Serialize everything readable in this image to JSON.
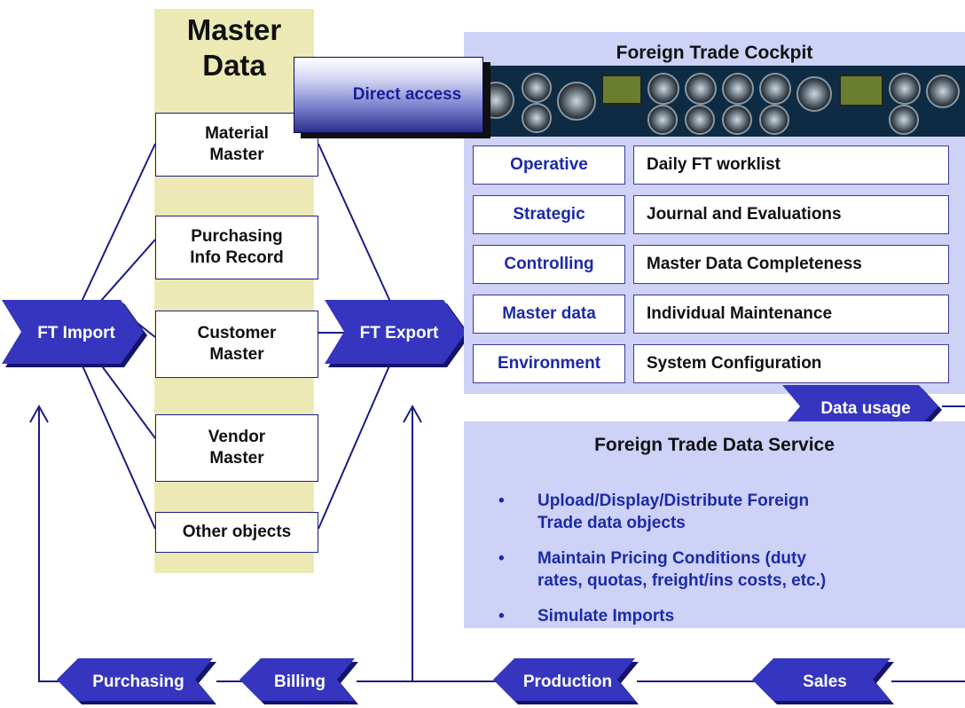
{
  "colors": {
    "navy": "#1c1c85",
    "arrow_fill": "#3535c0",
    "master_column": "#ece9b4",
    "panel": "#cdd2f6",
    "text_blue": "#1c2aa8"
  },
  "master_data": {
    "title": "Master\nData",
    "objects": [
      "Material\nMaster",
      "Purchasing\nInfo Record",
      "Customer\nMaster",
      "Vendor\nMaster",
      "Other objects"
    ]
  },
  "direct_access": {
    "label": "Direct access"
  },
  "flows": {
    "import_label": "FT Import",
    "export_label": "FT Export"
  },
  "cockpit": {
    "title": "Foreign Trade Cockpit",
    "rows": [
      {
        "category": "Operative",
        "description": "Daily FT worklist"
      },
      {
        "category": "Strategic",
        "description": "Journal and Evaluations"
      },
      {
        "category": "Controlling",
        "description": "Master Data Completeness"
      },
      {
        "category": "Master data",
        "description": "Individual Maintenance"
      },
      {
        "category": "Environment",
        "description": "System Configuration"
      }
    ]
  },
  "data_usage": {
    "label": "Data usage"
  },
  "data_service": {
    "title": "Foreign Trade Data Service",
    "bullet_symbol": "•",
    "bullets": [
      "Upload/Display/Distribute Foreign\nTrade data objects",
      "Maintain Pricing Conditions (duty\nrates, quotas, freight/ins costs, etc.)",
      "Simulate Imports"
    ]
  },
  "process_chain": [
    "Purchasing",
    "Billing",
    "Production",
    "Sales"
  ]
}
